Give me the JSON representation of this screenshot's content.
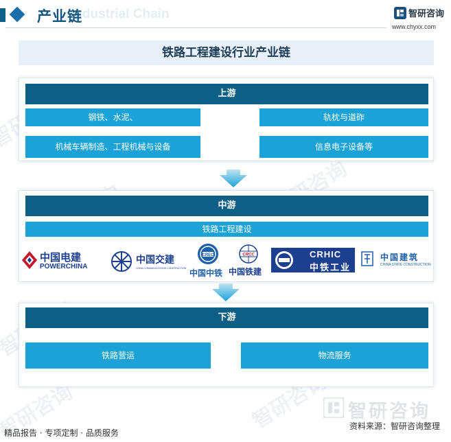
{
  "header": {
    "title": "产业链",
    "watermark": "Industrial Chain",
    "brand_name": "智研咨询",
    "brand_url": "www.chyxx.com"
  },
  "diagram": {
    "title": "铁路工程建设行业产业链",
    "upstream": {
      "label": "上游",
      "items": [
        "钢铁、水泥、",
        "轨枕与道砟",
        "机械车辆制造、工程机械与设备",
        "信息电子设备等"
      ]
    },
    "midstream": {
      "label": "中游",
      "sub": "铁路工程建设",
      "logos": [
        {
          "cn": "中国电建",
          "en": "POWERCHINA"
        },
        {
          "cn": "中国交建",
          "en": "CHINA COMMUNICATIONS CONSTRUCTION"
        },
        {
          "cn": "中国中铁",
          "en": "CREC"
        },
        {
          "cn": "中国铁建",
          "en": "CRCC"
        },
        {
          "cn": "中铁工业",
          "en": "CRHIC"
        },
        {
          "cn": "中国建筑",
          "en": "CHINA STATE CONSTRUCTION"
        }
      ]
    },
    "downstream": {
      "label": "下游",
      "items": [
        "铁路营运",
        "物流服务"
      ]
    }
  },
  "footer": {
    "left": "精品报告 · 专项定制 · 品质服务",
    "source": "资料来源：智研咨询整理",
    "watermark": "智研咨询"
  },
  "colors": {
    "section_header": "#0e5f86",
    "box": "#1ba3d8",
    "arrow": "#1ba3d8",
    "title_bg": "#e8f1f9"
  }
}
